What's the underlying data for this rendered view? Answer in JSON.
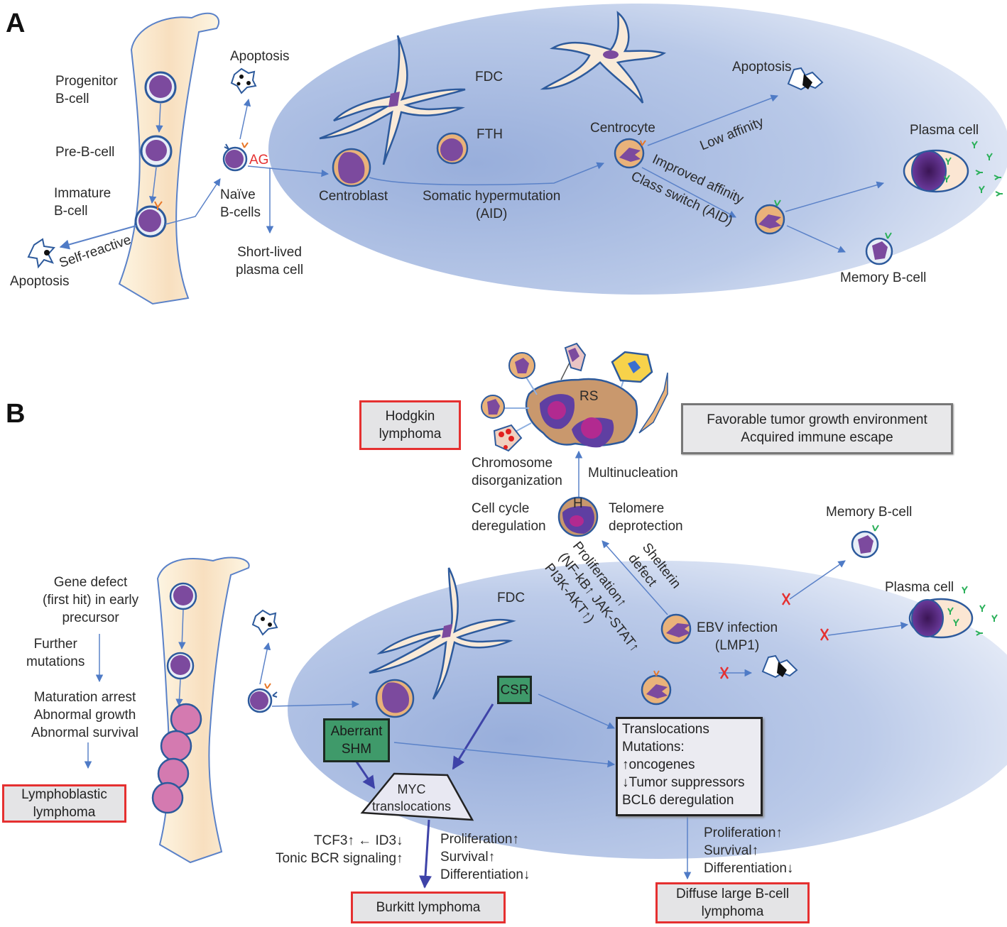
{
  "panels": {
    "a": "A",
    "b": "B"
  },
  "colors": {
    "germinal_center": "#9fb6df",
    "bone_marrow": "#fbf1da",
    "nucleus": "#7c4a9e",
    "outline": "#2d5a9c",
    "lymphoma_border": "#e53030",
    "green_box": "#3f9a6a",
    "arrow": "#5b82c8",
    "strong_arrow": "#3e43a8",
    "red_x": "#e53030"
  },
  "panel_a": {
    "progenitor": "Progenitor\nB-cell",
    "pre_b": "Pre-B-cell",
    "immature": "Immature\nB-cell",
    "self_reactive": "Self-reactive",
    "apoptosis_left": "Apoptosis",
    "apoptosis_top": "Apoptosis",
    "ag": "AG",
    "naive": "Naïve\nB-cells",
    "short_lived": "Short-lived\nplasma cell",
    "fdc": "FDC",
    "fth": "FTH",
    "centroblast": "Centroblast",
    "shm": "Somatic hypermutation\n(AID)",
    "centrocyte": "Centrocyte",
    "low_affinity": "Low affinity",
    "apoptosis_gc": "Apoptosis",
    "improved_affinity": "Improved affinity",
    "class_switch": "Class switch (AID)",
    "plasma_cell": "Plasma cell",
    "memory_b": "Memory B-cell"
  },
  "panel_b": {
    "hodgkin": "Hodgkin\nlymphoma",
    "rs": "RS",
    "h": "H",
    "chromosome": "Chromosome\ndisorganization",
    "multinucleation": "Multinucleation",
    "cell_cycle": "Cell cycle\nderegulation",
    "telomere": "Telomere\ndeprotection",
    "environment": "Favorable tumor growth environment\nAcquired immune escape",
    "memory_b": "Memory B-cell",
    "plasma_cell": "Plasma cell",
    "shelterin": "Shelterin\ndefect",
    "proliferation_path": "Proliferation↑\n(NF-kB↑ JAK-STAT↑\nPI3K-AKT↑)",
    "ebv": "EBV infection\n(LMP1)",
    "fdc": "FDC",
    "gene_defect": "Gene defect\n(first hit) in early\nprecursor",
    "further": "Further\nmutations",
    "maturation": "Maturation arrest\nAbnormal growth\nAbnormal survival",
    "lymphoblastic": "Lymphoblastic\nlymphoma",
    "csr": "CSR",
    "aberrant_shm": "Aberrant\nSHM",
    "myc": "MYC\ntranslocations",
    "tcf3": "TCF3↑ ← ID3↓\nTonic BCR signaling↑",
    "burkitt_effects": "Proliferation↑\nSurvival↑\nDifferentiation↓",
    "burkitt": "Burkitt lymphoma",
    "translocations": "Translocations\nMutations:\n↑oncogenes\n↓Tumor suppressors\nBCL6 deregulation",
    "dlbcl_effects": "Proliferation↑\nSurvival↑\nDifferentiation↓",
    "dlbcl": "Diffuse large B-cell\nlymphoma"
  }
}
